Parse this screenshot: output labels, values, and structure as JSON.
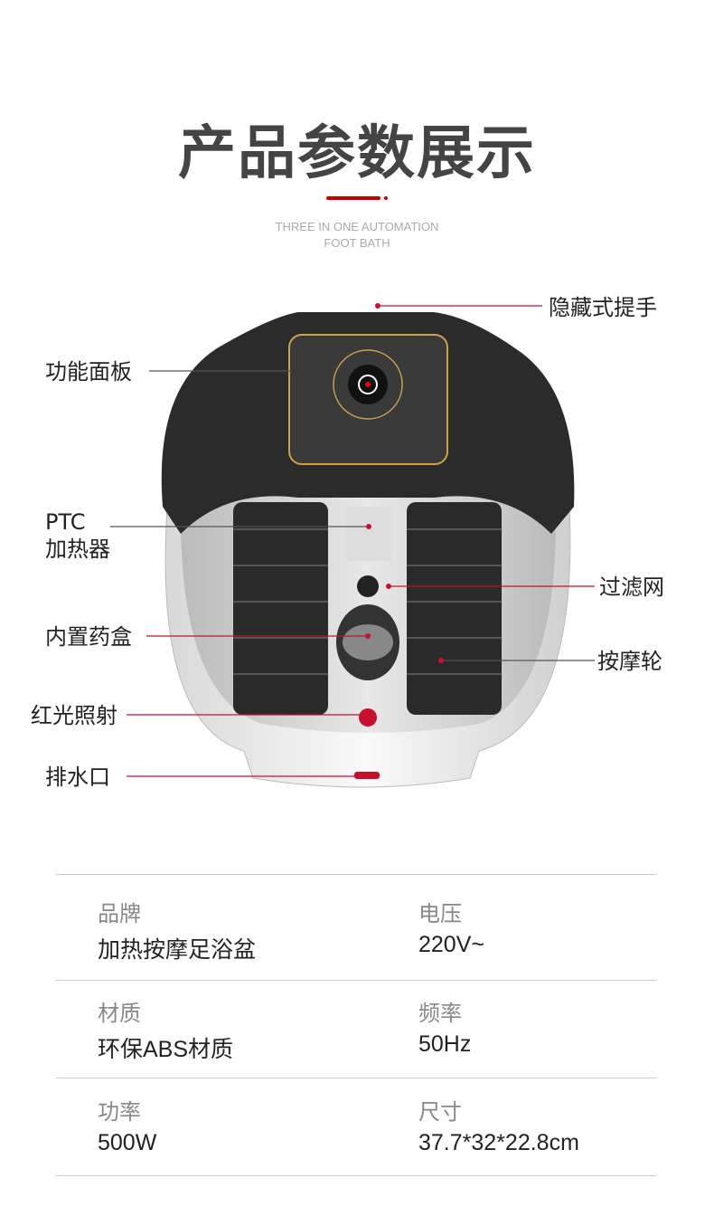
{
  "title": "产品参数展示",
  "subtitle": [
    "THREE IN ONE AUTOMATION",
    "FOOT BATH"
  ],
  "accent": "#c80000",
  "callouts": {
    "handle": "隐藏式提手",
    "panel": "功能面板",
    "ptc": [
      "PTC",
      "加热器"
    ],
    "filter": "过滤网",
    "medicine_box": "内置药盒",
    "rollers": "按摩轮",
    "red_light": "红光照射",
    "drain": "排水口"
  },
  "specs": [
    {
      "label": "品牌",
      "value": "加热按摩足浴盆"
    },
    {
      "label": "电压",
      "value": "220V~"
    },
    {
      "label": "材质",
      "value": "环保ABS材质"
    },
    {
      "label": "频率",
      "value": "50Hz"
    },
    {
      "label": "功率",
      "value": "500W"
    },
    {
      "label": "尺寸",
      "value": "37.7*32*22.8cm"
    }
  ]
}
